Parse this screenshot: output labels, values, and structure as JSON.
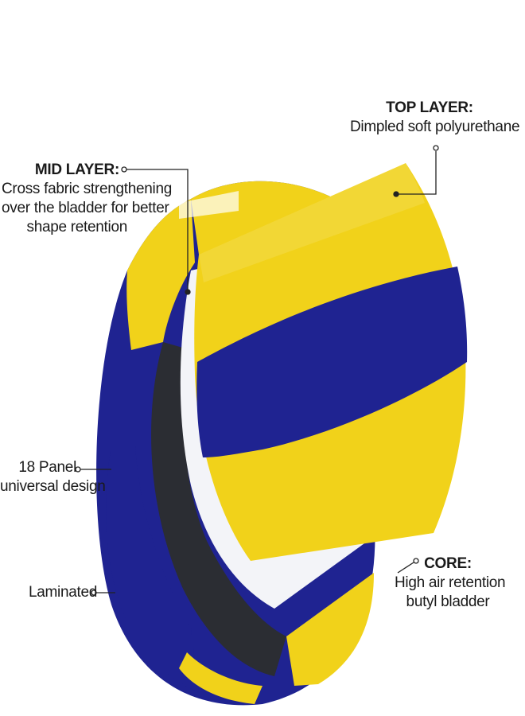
{
  "colors": {
    "yellow": "#f1d21a",
    "blue": "#1f2391",
    "dark": "#2b2d33",
    "white": "#f3f4f8",
    "line": "#222222"
  },
  "labels": {
    "top": {
      "heading": "TOP LAYER:",
      "lines": [
        "Dimpled soft polyurethane"
      ]
    },
    "mid": {
      "heading": "MID LAYER:",
      "lines": [
        "Cross fabric strengthening",
        "over the bladder for better",
        "shape retention"
      ]
    },
    "panel": {
      "lines": [
        "18 Panel",
        "universal design"
      ]
    },
    "laminated": {
      "lines": [
        "Laminated"
      ]
    },
    "core": {
      "heading": "CORE:",
      "lines": [
        "High air retention",
        "butyl bladder"
      ]
    }
  }
}
